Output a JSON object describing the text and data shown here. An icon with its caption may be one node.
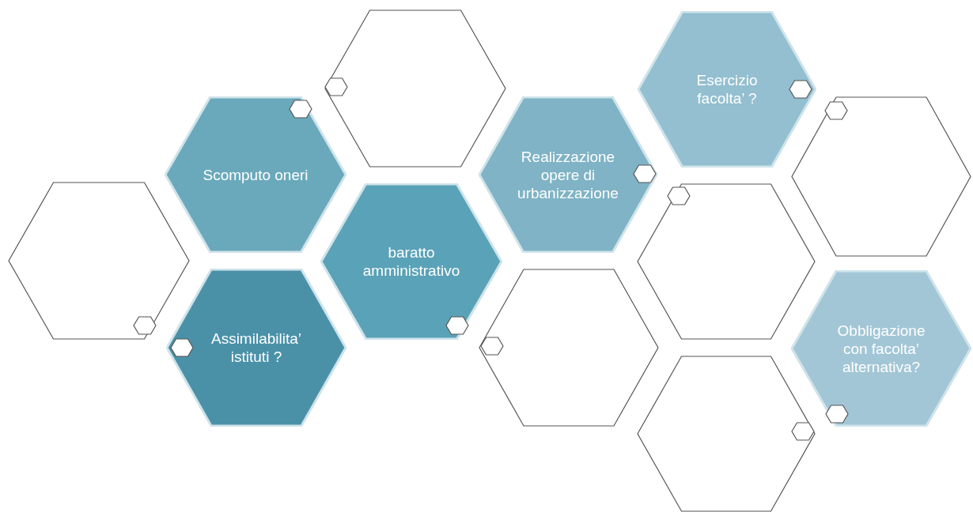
{
  "diagram": {
    "nodes": [
      {
        "text": [],
        "shape": "hexagon"
      },
      {
        "text": [
          "Esercizio facolta’ ?"
        ]
      },
      {
        "text": [
          "Scomputo oneri"
        ]
      },
      {
        "text": [
          "Realizzazione opere di urbanizzazione"
        ]
      },
      {
        "text": [],
        "shape": "hexagon"
      },
      {
        "text": [],
        "shape": "hexagon"
      },
      {
        "text": [
          "baratto amministrativo"
        ]
      },
      {
        "text": [],
        "shape": "hexagon"
      },
      {
        "text": [
          "Assimilabilita’ istituti ?"
        ]
      },
      {
        "text": [],
        "shape": "hexagon"
      },
      {
        "text": [
          "Obbligazione con facolta’ alternativa?"
        ]
      },
      {
        "text": [],
        "shape": "hexagon"
      }
    ]
  }
}
